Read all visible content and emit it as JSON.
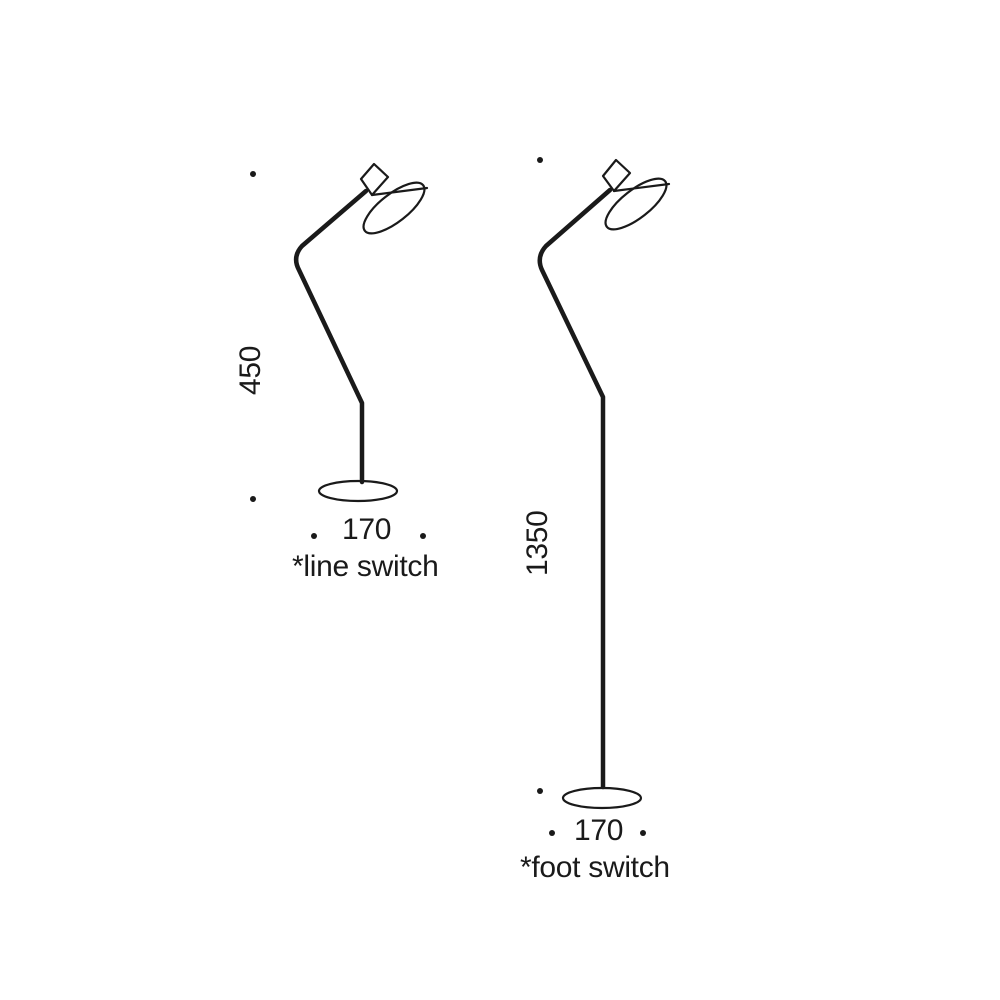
{
  "colors": {
    "line": "#1a1a1a",
    "background": "#ffffff"
  },
  "table_lamp": {
    "height_label": "450",
    "base_width_label": "170",
    "switch_note": "*line switch"
  },
  "floor_lamp": {
    "height_label": "1350",
    "base_width_label": "170",
    "switch_note": "*foot switch"
  }
}
